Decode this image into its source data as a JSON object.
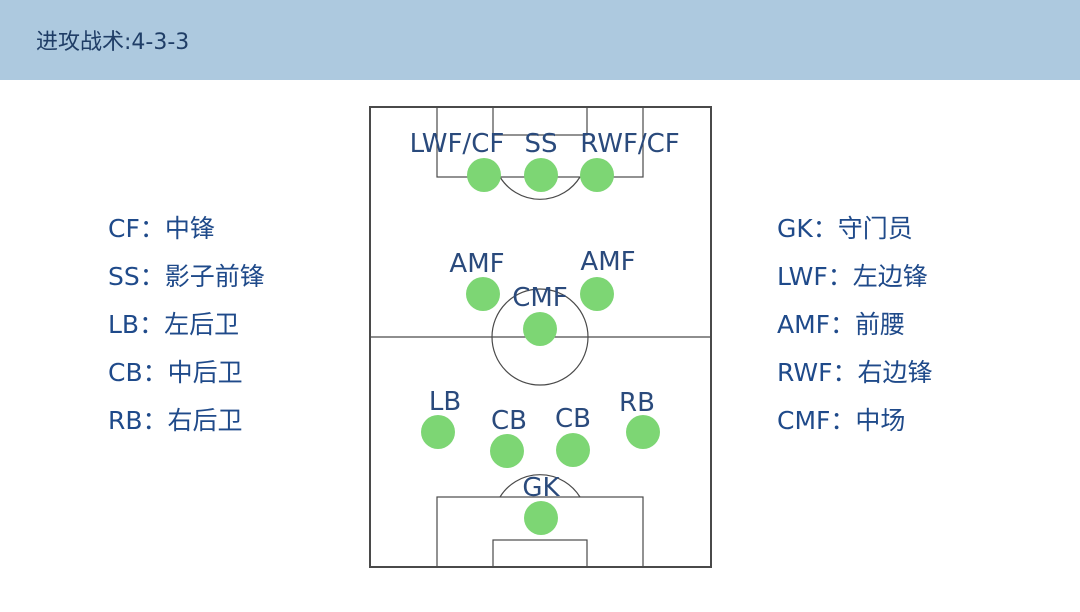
{
  "header": {
    "title": "进攻战术:4-3-3",
    "background": "#adc9df"
  },
  "legend_left": [
    "CF：中锋",
    "SS：影子前锋",
    "LB：左后卫",
    "CB：中后卫",
    "RB：右后卫"
  ],
  "legend_right": [
    "GK：守门员",
    "LWF：左边锋",
    "AMF：前腰",
    "RWF：右边锋",
    "CMF：中场"
  ],
  "players": [
    {
      "id": "lwf-cf",
      "label": "LWF/CF"
    },
    {
      "id": "ss",
      "label": "SS"
    },
    {
      "id": "rwf-cf",
      "label": "RWF/CF"
    },
    {
      "id": "amf-left",
      "label": "AMF"
    },
    {
      "id": "amf-right",
      "label": "AMF"
    },
    {
      "id": "cmf",
      "label": "CMF"
    },
    {
      "id": "lb",
      "label": "LB"
    },
    {
      "id": "cb-left",
      "label": "CB"
    },
    {
      "id": "cb-right",
      "label": "CB"
    },
    {
      "id": "rb",
      "label": "RB"
    },
    {
      "id": "gk",
      "label": "GK"
    }
  ],
  "colors": {
    "player": "#7dd674",
    "lines": "#4a4a4a",
    "label": "#2a4a7c",
    "legend": "#1f4a8a"
  }
}
